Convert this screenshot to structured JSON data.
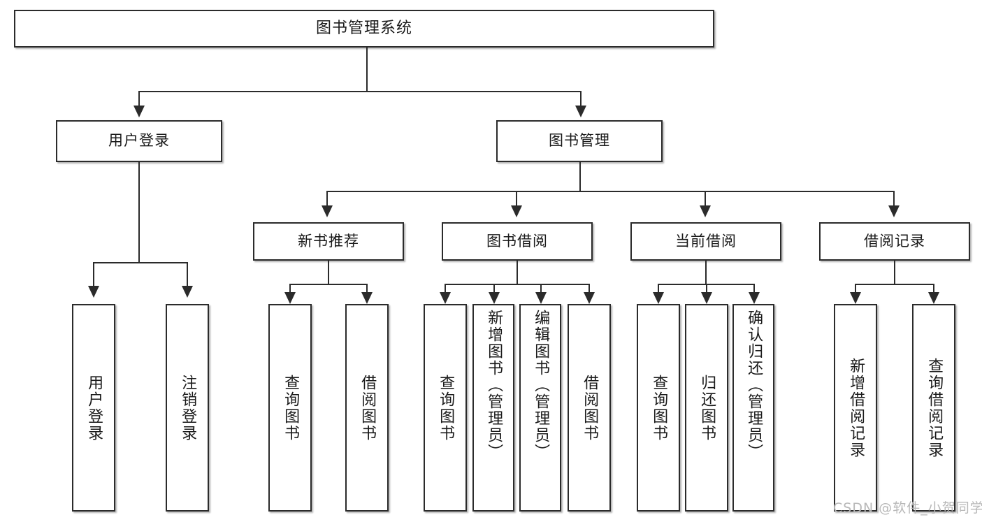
{
  "diagram": {
    "type": "tree-hierarchy-flowchart",
    "title_node": {
      "label": "图书管理系统"
    },
    "level2": [
      {
        "label": "用户登录"
      },
      {
        "label": "图书管理"
      }
    ],
    "level3": [
      {
        "label": "新书推荐"
      },
      {
        "label": "图书借阅"
      },
      {
        "label": "当前借阅"
      },
      {
        "label": "借阅记录"
      }
    ],
    "leaves": {
      "user_login": [
        {
          "label": "用户登录"
        },
        {
          "label": "注销登录"
        }
      ],
      "new_book_recommend": [
        {
          "label": "查询图书"
        },
        {
          "label": "借阅图书"
        }
      ],
      "book_borrow": [
        {
          "label": "查询图书"
        },
        {
          "label": "新增图书（管理员）"
        },
        {
          "label": "编辑图书（管理员）"
        },
        {
          "label": "借阅图书"
        }
      ],
      "current_borrow": [
        {
          "label": "查询图书"
        },
        {
          "label": "归还图书"
        },
        {
          "label": "确认归还（管理员）"
        }
      ],
      "borrow_record": [
        {
          "label": "新增借阅记录"
        },
        {
          "label": "查询借阅记录"
        }
      ]
    }
  },
  "watermark": {
    "text": "CSDN @软件_小贺同学"
  },
  "colors": {
    "stroke": "#2b2b2b",
    "fill": "#ffffff",
    "text": "#1a1a1a",
    "watermark": "#b8b8b8"
  }
}
